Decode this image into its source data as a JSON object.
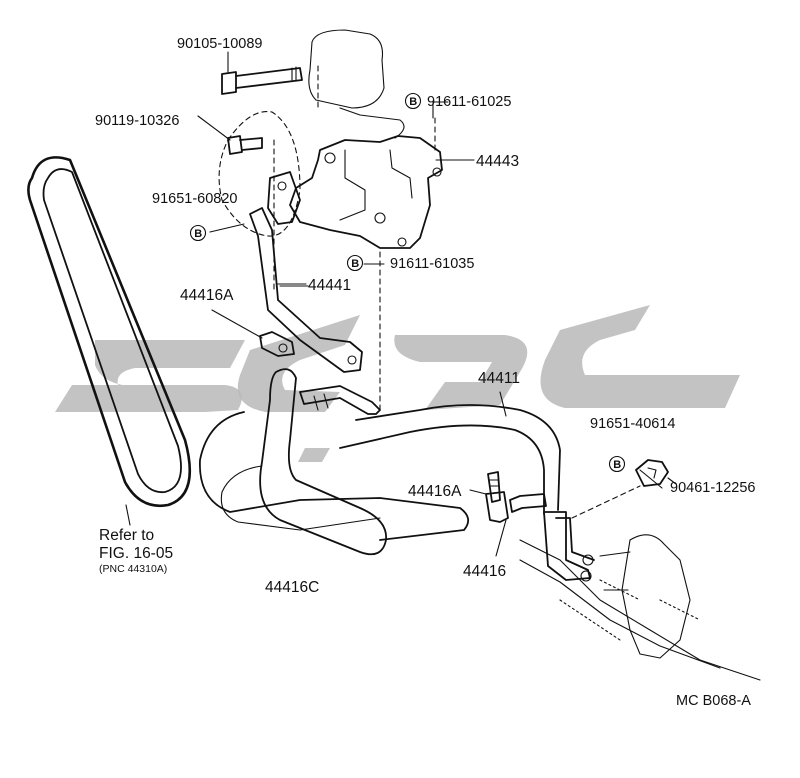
{
  "diagram": {
    "part_labels": [
      {
        "id": "p1",
        "text": "90105-10089"
      },
      {
        "id": "p2",
        "text": "91611-61025"
      },
      {
        "id": "p3",
        "text": "90119-10326"
      },
      {
        "id": "p4",
        "text": "44443"
      },
      {
        "id": "p5",
        "text": "91651-60820"
      },
      {
        "id": "p6",
        "text": "91611-61035"
      },
      {
        "id": "p7",
        "text": "44441"
      },
      {
        "id": "p8",
        "text": "44416A"
      },
      {
        "id": "p9",
        "text": "44411"
      },
      {
        "id": "p10",
        "text": "91651-40614"
      },
      {
        "id": "p11",
        "text": "90461-12256"
      },
      {
        "id": "p12",
        "text": "44416A"
      },
      {
        "id": "p13",
        "text": "44416"
      },
      {
        "id": "p14",
        "text": "44416C"
      }
    ],
    "bolt_marker": "B",
    "reference": {
      "line1": "Refer to",
      "line2": "FIG. 16-05",
      "line3": "(PNC 44310A)"
    },
    "figure_code": "MC  B068-A"
  },
  "watermark": {
    "color": "#b9b9b9"
  }
}
